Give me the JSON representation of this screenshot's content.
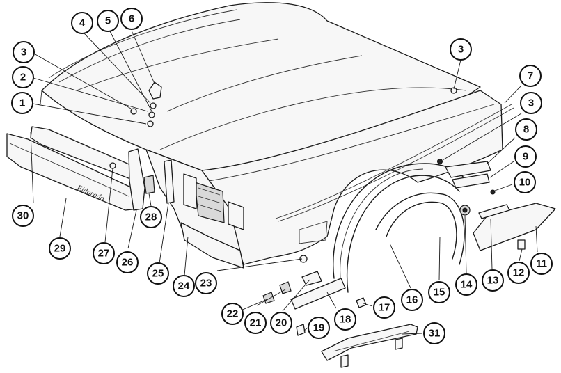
{
  "callouts": [
    {
      "id": "c1",
      "label": "1"
    },
    {
      "id": "c2",
      "label": "2"
    },
    {
      "id": "c3a",
      "label": "3"
    },
    {
      "id": "c3b",
      "label": "3"
    },
    {
      "id": "c3c",
      "label": "3"
    },
    {
      "id": "c4",
      "label": "4"
    },
    {
      "id": "c5",
      "label": "5"
    },
    {
      "id": "c6",
      "label": "6"
    },
    {
      "id": "c7",
      "label": "7"
    },
    {
      "id": "c8",
      "label": "8"
    },
    {
      "id": "c9",
      "label": "9"
    },
    {
      "id": "c10",
      "label": "10"
    },
    {
      "id": "c11",
      "label": "11"
    },
    {
      "id": "c12",
      "label": "12"
    },
    {
      "id": "c13",
      "label": "13"
    },
    {
      "id": "c14",
      "label": "14"
    },
    {
      "id": "c15",
      "label": "15"
    },
    {
      "id": "c16",
      "label": "16"
    },
    {
      "id": "c17",
      "label": "17"
    },
    {
      "id": "c18",
      "label": "18"
    },
    {
      "id": "c19",
      "label": "19"
    },
    {
      "id": "c20",
      "label": "20"
    },
    {
      "id": "c21",
      "label": "21"
    },
    {
      "id": "c22",
      "label": "22"
    },
    {
      "id": "c23",
      "label": "23"
    },
    {
      "id": "c24",
      "label": "24"
    },
    {
      "id": "c25",
      "label": "25"
    },
    {
      "id": "c26",
      "label": "26"
    },
    {
      "id": "c27",
      "label": "27"
    },
    {
      "id": "c28",
      "label": "28"
    },
    {
      "id": "c29",
      "label": "29"
    },
    {
      "id": "c30",
      "label": "30"
    },
    {
      "id": "c31",
      "label": "31"
    }
  ],
  "bumper_script": "Eldorado"
}
